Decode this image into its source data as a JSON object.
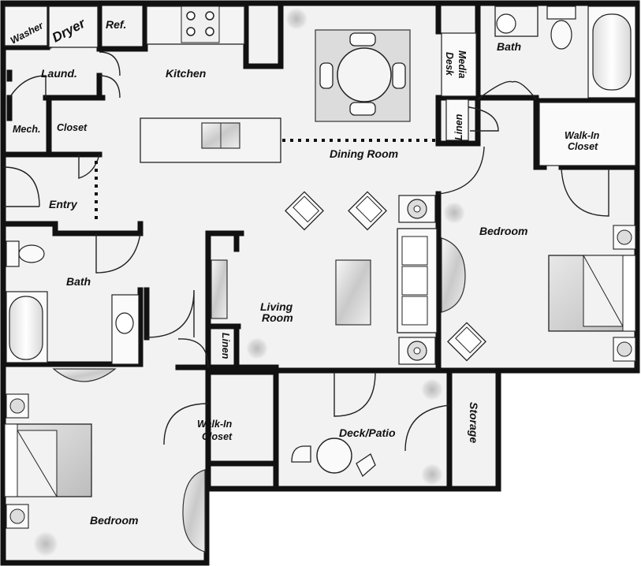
{
  "rooms": {
    "washer": "Washer",
    "dryer": "Dryer",
    "ref": "Ref.",
    "kitchen": "Kitchen",
    "laund": "Laund.",
    "mech": "Mech.",
    "closet": "Closet",
    "entry": "Entry",
    "dining_room": "Dining Room",
    "media_desk_1": "Media",
    "media_desk_2": "Desk",
    "bath_top": "Bath",
    "linen_top": "Linen",
    "walkin_top_1": "Walk-In",
    "walkin_top_2": "Closet",
    "bedroom_right": "Bedroom",
    "bath_left": "Bath",
    "living_1": "Living",
    "living_2": "Room",
    "linen_mid": "Linen",
    "walkin_bottom_1": "Walk-In",
    "walkin_bottom_2": "Closet",
    "deck_patio": "Deck/Patio",
    "storage": "Storage",
    "bedroom_left": "Bedroom"
  }
}
